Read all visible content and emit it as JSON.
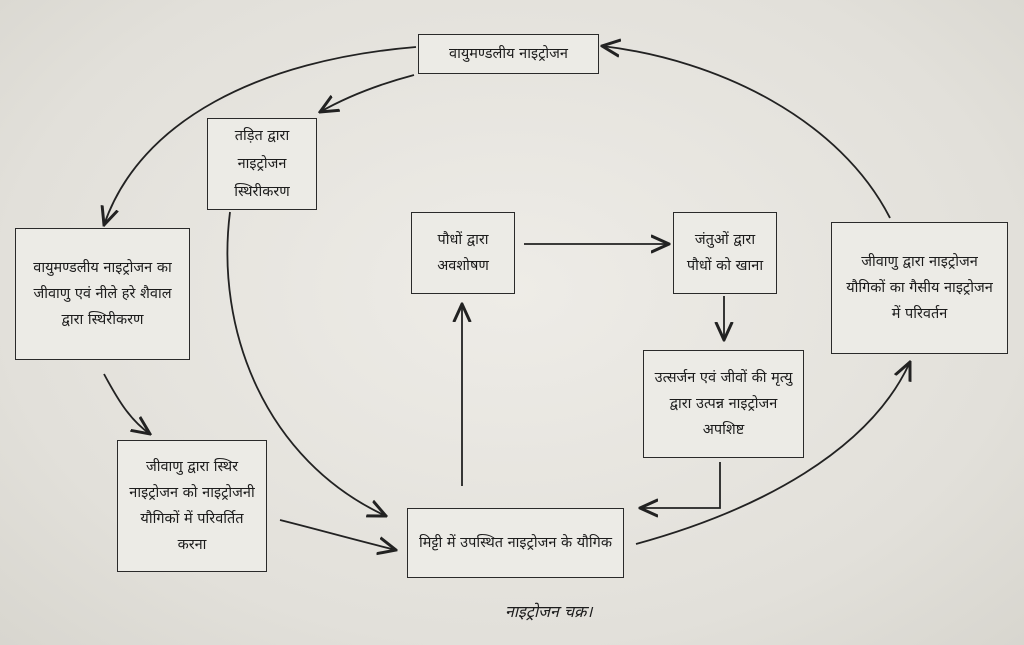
{
  "nodes": {
    "atmospheric": "वायुमण्डलीय नाइट्रोजन",
    "lightning_fixation": "तड़ित द्वारा नाइट्रोजन स्थिरीकरण",
    "bacterial_algal_fixation": "वायुमण्डलीय नाइट्रोजन का जीवाणु एवं नीले हरे शैवाल द्वारा स्थिरीकरण",
    "bacterial_conversion": "जीवाणु द्वारा स्थिर नाइट्रोजन को नाइट्रोजनी यौगिकों में परिवर्तित करना",
    "soil_compounds": "मिट्टी में उपस्थित नाइट्रोजन के यौगिक",
    "plant_absorption": "पौधों द्वारा अवशोषण",
    "animals_eat_plants": "जंतुओं द्वारा पौधों को खाना",
    "excretion_waste": "उत्सर्जन एवं जीवों की मृत्यु द्वारा उत्पन्न नाइट्रोजन अपशिष्ट",
    "denitrification": "जीवाणु द्वारा नाइट्रोजन यौगिकों का गैसीय नाइट्रोजन में परिवर्तन"
  },
  "caption": "नाइट्रोजन चक्र।"
}
